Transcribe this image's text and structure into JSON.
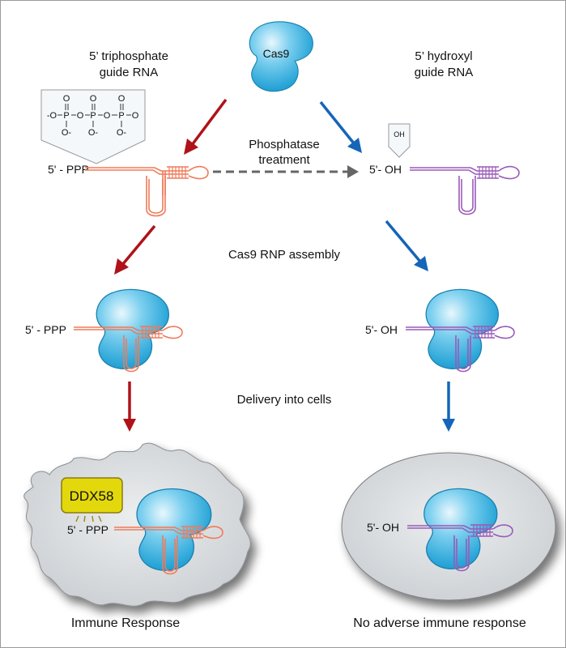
{
  "figure": {
    "protein_label": "Cas9",
    "left_title_line1": "5’ triphosphate",
    "left_title_line2": "guide RNA",
    "right_title_line1": "5’ hydroxyl",
    "right_title_line2": "guide RNA",
    "phosphatase_line1": "Phosphatase",
    "phosphatase_line2": "treatment",
    "step_assembly": "Cas9 RNP assembly",
    "step_delivery": "Delivery into cells",
    "ppp_label": "5' - PPP",
    "oh_label": "5'- OH",
    "oh_callout": "OH",
    "receptor_label": "DDX58",
    "outcome_left": "Immune Response",
    "outcome_right": "No adverse immune response",
    "triphosphate": {
      "top_oxygens": [
        "O",
        "O",
        "O"
      ],
      "chain": [
        "-O",
        "P",
        "O",
        "P",
        "O",
        "P",
        "O"
      ],
      "bottom_oxygens": [
        "O-",
        "O-",
        "O-"
      ]
    },
    "colors": {
      "left_arrow": "#b0121a",
      "right_arrow": "#1565b8",
      "dashed_arrow": "#666666",
      "ppp_rna": "#f07a5a",
      "oh_rna": "#9a5ab8",
      "cas9": "#3fb6e0",
      "receptor": "#e3d80c",
      "cell": "#d8dbde"
    }
  }
}
